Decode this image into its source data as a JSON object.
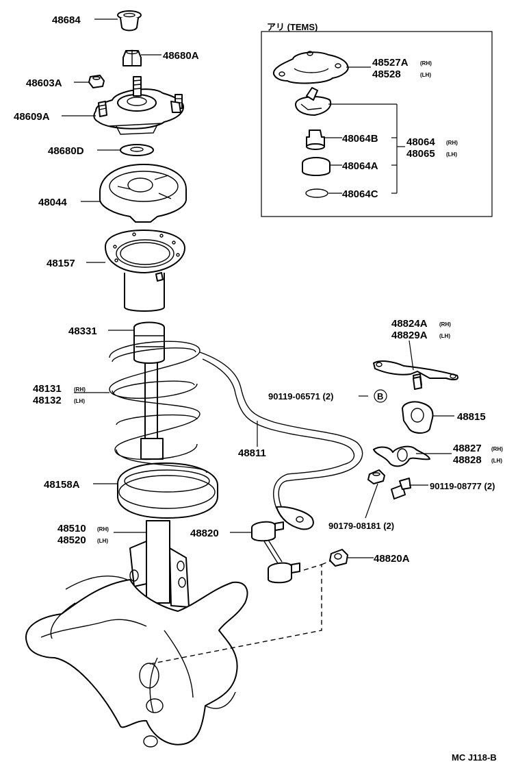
{
  "inset": {
    "title": "アリ (TEMS)"
  },
  "footer": {
    "code": "MC J118-B"
  },
  "callouts": [
    {
      "id": "48684",
      "text": "48684"
    },
    {
      "id": "48680A",
      "text": "48680A"
    },
    {
      "id": "48603A",
      "text": "48603A"
    },
    {
      "id": "48609A",
      "text": "48609A"
    },
    {
      "id": "48680D",
      "text": "48680D"
    },
    {
      "id": "48044",
      "text": "48044"
    },
    {
      "id": "48157",
      "text": "48157"
    },
    {
      "id": "48331",
      "text": "48331"
    },
    {
      "id": "48131",
      "text": "48131",
      "suffix": "(RH)"
    },
    {
      "id": "48132",
      "text": "48132",
      "suffix": "(LH)"
    },
    {
      "id": "48158A",
      "text": "48158A"
    },
    {
      "id": "48510",
      "text": "48510",
      "suffix": "(RH)"
    },
    {
      "id": "48520",
      "text": "48520",
      "suffix": "(LH)"
    },
    {
      "id": "48820",
      "text": "48820"
    },
    {
      "id": "48811",
      "text": "48811"
    },
    {
      "id": "90119-06571",
      "text": "90119-06571 (2)"
    },
    {
      "id": "B-mark",
      "text": "B"
    },
    {
      "id": "48824A",
      "text": "48824A",
      "suffix": "(RH)"
    },
    {
      "id": "48829A",
      "text": "48829A",
      "suffix": "(LH)"
    },
    {
      "id": "48815",
      "text": "48815"
    },
    {
      "id": "48827",
      "text": "48827",
      "suffix": "(RH)"
    },
    {
      "id": "48828",
      "text": "48828",
      "suffix": "(LH)"
    },
    {
      "id": "90119-08777",
      "text": "90119-08777 (2)"
    },
    {
      "id": "90179-08181",
      "text": "90179-08181 (2)"
    },
    {
      "id": "48820A",
      "text": "48820A"
    },
    {
      "id": "48527A",
      "text": "48527A",
      "suffix": "(RH)"
    },
    {
      "id": "48528",
      "text": "48528",
      "suffix": "(LH)"
    },
    {
      "id": "48064B",
      "text": "48064B"
    },
    {
      "id": "48064A",
      "text": "48064A"
    },
    {
      "id": "48064C",
      "text": "48064C"
    },
    {
      "id": "48064",
      "text": "48064",
      "suffix": "(RH)"
    },
    {
      "id": "48065",
      "text": "48065",
      "suffix": "(LH)"
    }
  ]
}
